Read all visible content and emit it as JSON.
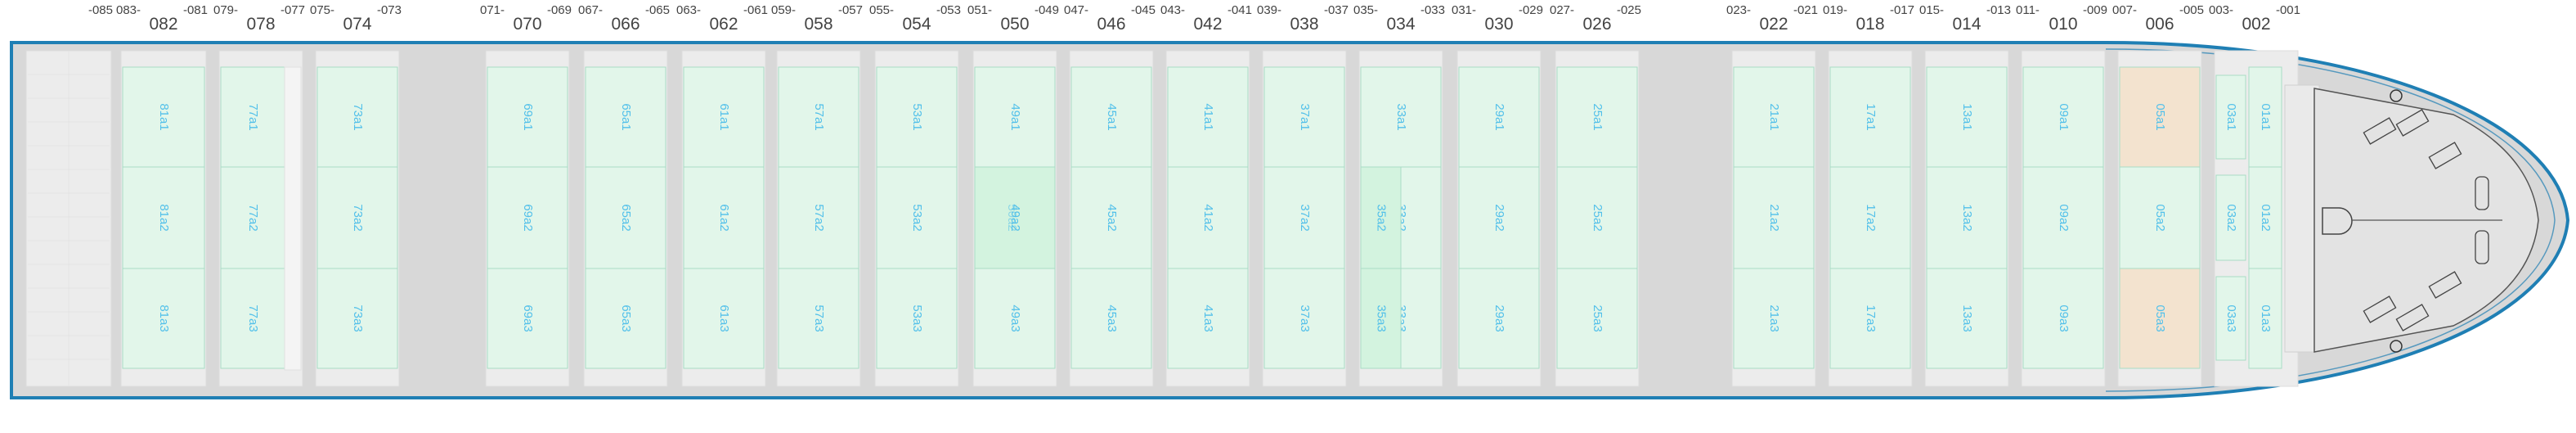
{
  "diagram": {
    "colors": {
      "hull_outline": "#1f7fb4",
      "hull_fill": "#d8d8d8",
      "hold_fill": "#ececec",
      "slot_fill": "#e2f6ea",
      "slot_highlight": "#d3f3df",
      "reefer_fill": "#f3e3cf",
      "slot_line": "#a9dcc5",
      "label": "#52c0ea",
      "header_text": "#444444"
    },
    "bays": [
      {
        "id": "085",
        "range_left": "",
        "range_right": "085",
        "main": "",
        "slots": [],
        "style": "empty",
        "wide": true
      },
      {
        "id": "082",
        "range_left": "083",
        "range_right": "081",
        "main": "082",
        "slots": [
          "81a1",
          "81a2",
          "81a3"
        ],
        "style": "normal"
      },
      {
        "id": "078",
        "range_left": "079",
        "range_right": "077",
        "main": "078",
        "slots": [
          "77a1",
          "77a2",
          "77a3"
        ],
        "style": "narrow"
      },
      {
        "id": "074",
        "range_left": "075",
        "range_right": "073",
        "main": "074",
        "slots": [
          "73a1",
          "73a2",
          "73a3"
        ],
        "style": "normal"
      },
      {
        "id": "070",
        "range_left": "071",
        "range_right": "069",
        "main": "070",
        "slots": [
          "69a1",
          "69a2",
          "69a3"
        ],
        "style": "normal"
      },
      {
        "id": "066",
        "range_left": "067",
        "range_right": "065",
        "main": "066",
        "slots": [
          "65a1",
          "65a2",
          "65a3"
        ],
        "style": "normal"
      },
      {
        "id": "062",
        "range_left": "063",
        "range_right": "061",
        "main": "062",
        "slots": [
          "61a1",
          "61a2",
          "61a3"
        ],
        "style": "normal"
      },
      {
        "id": "058",
        "range_left": "059",
        "range_right": "057",
        "main": "058",
        "slots": [
          "57a1",
          "57a2",
          "57a3"
        ],
        "style": "normal"
      },
      {
        "id": "054",
        "range_left": "055",
        "range_right": "053",
        "main": "054",
        "slots": [
          "53a1",
          "53a2",
          "53a3"
        ],
        "style": "normal"
      },
      {
        "id": "050",
        "range_left": "051",
        "range_right": "049",
        "main": "050",
        "slots": [
          "49a1",
          "49a2",
          "49a3"
        ],
        "style": "highlight-mid",
        "overlap": "50a2"
      },
      {
        "id": "046",
        "range_left": "047",
        "range_right": "045",
        "main": "046",
        "slots": [
          "45a1",
          "45a2",
          "45a3"
        ],
        "style": "normal"
      },
      {
        "id": "042",
        "range_left": "043",
        "range_right": "041",
        "main": "042",
        "slots": [
          "41a1",
          "41a2",
          "41a3"
        ],
        "style": "normal"
      },
      {
        "id": "038",
        "range_left": "039",
        "range_right": "037",
        "main": "038",
        "slots": [
          "37a1",
          "37a2",
          "37a3"
        ],
        "style": "normal"
      },
      {
        "id": "034",
        "range_left": "035",
        "range_right": "033",
        "main": "034",
        "slots": [
          "33a1",
          "33a2",
          "33a3"
        ],
        "extra": [
          "35a2",
          "35a3"
        ],
        "style": "split"
      },
      {
        "id": "030",
        "range_left": "031",
        "range_right": "029",
        "main": "030",
        "slots": [
          "29a1",
          "29a2",
          "29a3"
        ],
        "style": "normal"
      },
      {
        "id": "026",
        "range_left": "027",
        "range_right": "025",
        "main": "026",
        "slots": [
          "25a1",
          "25a2",
          "25a3"
        ],
        "style": "normal"
      },
      {
        "id": "022",
        "range_left": "023",
        "range_right": "021",
        "main": "022",
        "slots": [
          "21a1",
          "21a2",
          "21a3"
        ],
        "style": "normal"
      },
      {
        "id": "018",
        "range_left": "019",
        "range_right": "017",
        "main": "018",
        "slots": [
          "17a1",
          "17a2",
          "17a3"
        ],
        "style": "normal"
      },
      {
        "id": "014",
        "range_left": "015",
        "range_right": "013",
        "main": "014",
        "slots": [
          "13a1",
          "13a2",
          "13a3"
        ],
        "style": "normal"
      },
      {
        "id": "010",
        "range_left": "011",
        "range_right": "009",
        "main": "010",
        "slots": [
          "09a1",
          "09a2",
          "09a3"
        ],
        "style": "normal"
      },
      {
        "id": "006",
        "range_left": "007",
        "range_right": "005",
        "main": "006",
        "slots": [
          "05a1",
          "05a2",
          "05a3"
        ],
        "style": "reefer"
      },
      {
        "id": "002",
        "range_left": "003",
        "range_right": "001",
        "main": "002",
        "slots": [
          "01a1",
          "01a2",
          "01a3"
        ],
        "extra": [
          "03a1",
          "03a2",
          "03a3"
        ],
        "style": "bow"
      }
    ]
  }
}
